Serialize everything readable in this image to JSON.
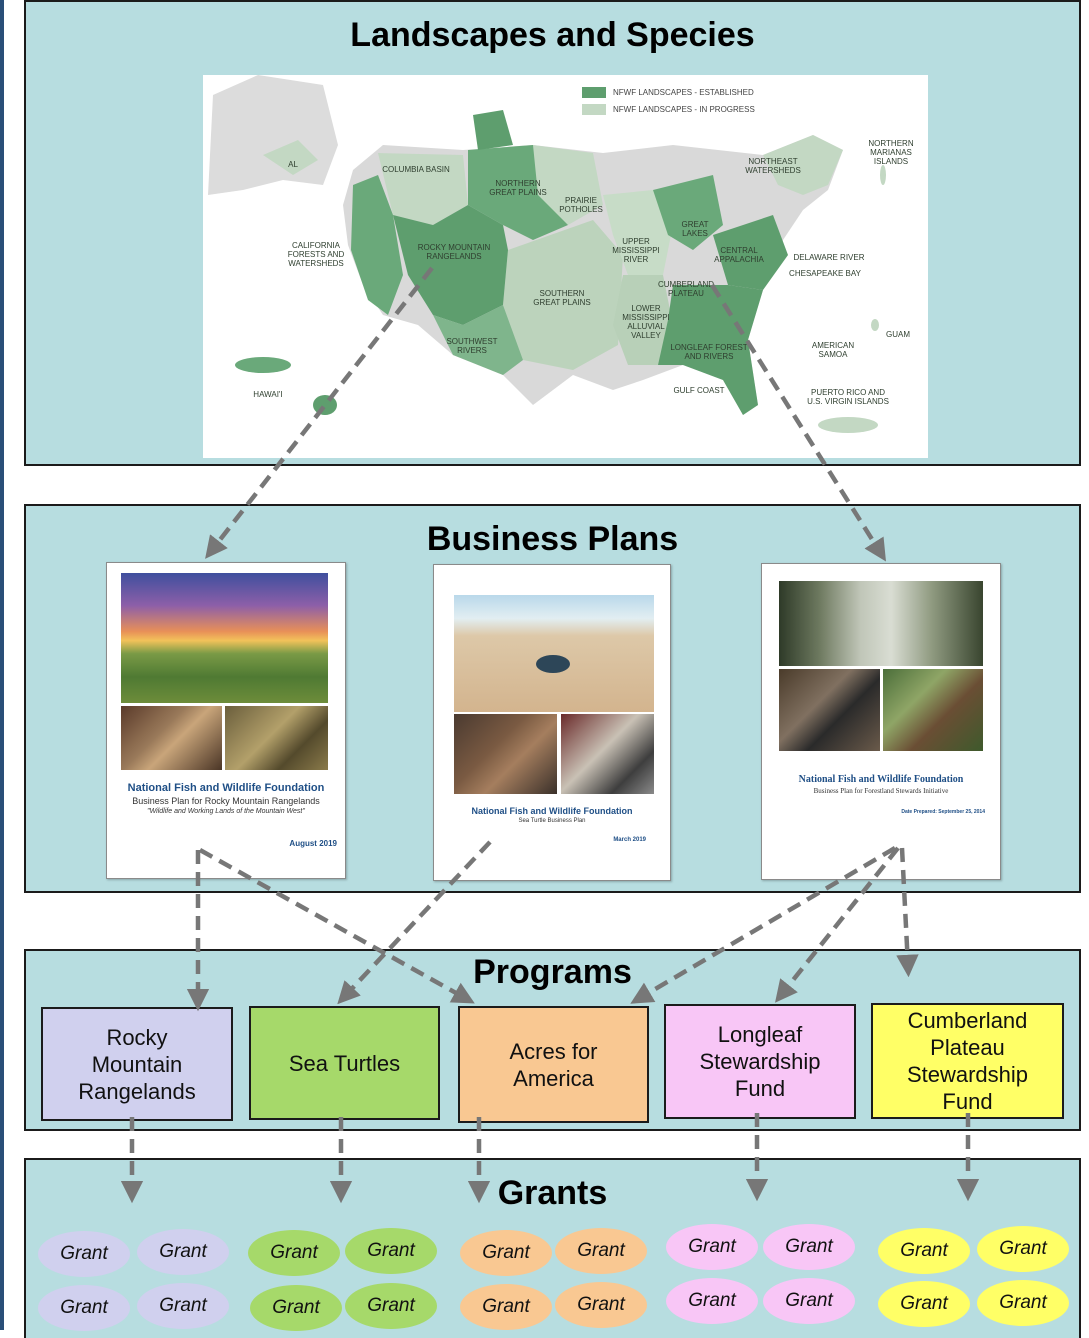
{
  "sections": {
    "landscapes": "Landscapes and Species",
    "business_plans": "Business Plans",
    "programs": "Programs",
    "grants": "Grants"
  },
  "map": {
    "legend": [
      {
        "label": "NFWF LANDSCAPES - ESTABLISHED",
        "color": "#5e9e6e"
      },
      {
        "label": "NFWF LANDSCAPES - IN PROGRESS",
        "color": "#c3d8c3"
      }
    ],
    "labels": {
      "columbia_basin": "COLUMBIA BASIN",
      "northern_great_plains": "NORTHERN\nGREAT PLAINS",
      "prairie_potholes": "PRAIRIE\nPOTHOLES",
      "great_lakes": "GREAT\nLAKES",
      "northeast_watersheds": "NORTHEAST\nWATERSHEDS",
      "northern_marianas": "NORTHERN\nMARIANAS\nISLANDS",
      "california": "CALIFORNIA\nFORESTS AND\nWATERSHEDS",
      "rocky_mountain": "ROCKY MOUNTAIN\nRANGELANDS",
      "upper_mississippi": "UPPER\nMISSISSIPPI\nRIVER",
      "central_appalachia": "CENTRAL\nAPPALACHIA",
      "delaware_river": "DELAWARE RIVER",
      "chesapeake_bay": "CHESAPEAKE BAY",
      "cumberland_plateau": "CUMBERLAND\nPLATEAU",
      "southern_great_plains": "SOUTHERN\nGREAT PLAINS",
      "lower_mississippi": "LOWER\nMISSISSIPPI\nALLUVIAL\nVALLEY",
      "southwest_rivers": "SOUTHWEST\nRIVERS",
      "longleaf": "LONGLEAF FOREST\nAND RIVERS",
      "guam": "GUAM",
      "american_samoa": "AMERICAN\nSAMOA",
      "gulf_coast": "GULF COAST",
      "hawaii": "HAWAI'I",
      "puerto_rico": "PUERTO RICO AND\nU.S. VIRGIN ISLANDS",
      "alaska": "AL"
    }
  },
  "business_plans": [
    {
      "org": "National Fish and Wildlife Foundation",
      "subtitle": "Business Plan for Rocky Mountain Rangelands",
      "tagline": "\"Wildlife and Working Lands of the Mountain West\"",
      "date": "August 2019"
    },
    {
      "org": "National Fish and Wildlife Foundation",
      "subtitle": "Sea Turtle Business Plan",
      "date": "March 2019"
    },
    {
      "org": "National Fish and Wildlife Foundation",
      "subtitle": "Business Plan for Forestland Stewards Initiative",
      "date": "Date Prepared: September 25, 2014"
    }
  ],
  "programs": [
    {
      "label": "Rocky\nMountain\nRangelands",
      "color": "#d0d0ee"
    },
    {
      "label": "Sea Turtles",
      "color": "#a6d96a"
    },
    {
      "label": "Acres for\nAmerica",
      "color": "#f9c892"
    },
    {
      "label": "Longleaf\nStewardship\nFund",
      "color": "#f8c6f6"
    },
    {
      "label": "Cumberland\nPlateau\nStewardship\nFund",
      "color": "#ffff66"
    }
  ],
  "grant_label": "Grant",
  "colors": {
    "panel_bg": "#b7dde0",
    "arrow": "#777777",
    "established": "#5e9e6e",
    "in_progress": "#c3d8c3",
    "doc_title": "#1f4f86"
  }
}
